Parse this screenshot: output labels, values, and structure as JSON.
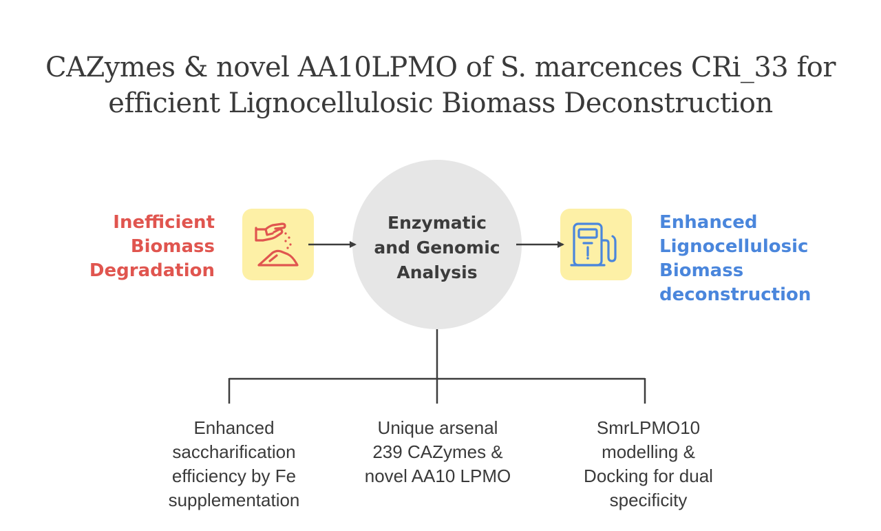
{
  "title": {
    "line1": "CAZymes & novel AA10LPMO of S. marcences CRi_33 for",
    "line2": "efficient Lignocellulosic Biomass Deconstruction"
  },
  "problem": {
    "lines": [
      "Inefficient",
      "Biomass",
      "Degradation"
    ],
    "icon": "hand-sprinkling-icon",
    "color": "#e0554f"
  },
  "center": {
    "lines": [
      "Enzymatic",
      "and Genomic",
      "Analysis"
    ]
  },
  "outcome": {
    "lines": [
      "Enhanced",
      "Lignocellulosic",
      "Biomass",
      "deconstruction"
    ],
    "icon": "fuel-pump-icon",
    "color": "#4a86dc"
  },
  "branches": [
    {
      "lines": [
        "Enhanced",
        "saccharification",
        "efficiency by Fe",
        "supplementation"
      ]
    },
    {
      "lines": [
        "Unique arsenal",
        "239 CAZymes &",
        "novel AA10 LPMO"
      ]
    },
    {
      "lines": [
        "SmrLPMO10",
        "modelling &",
        "Docking for dual",
        "specificity"
      ]
    }
  ],
  "colors": {
    "icon_bg": "#fdf0a6",
    "circle_bg": "#e6e6e6",
    "connector": "#3c3c3c"
  }
}
